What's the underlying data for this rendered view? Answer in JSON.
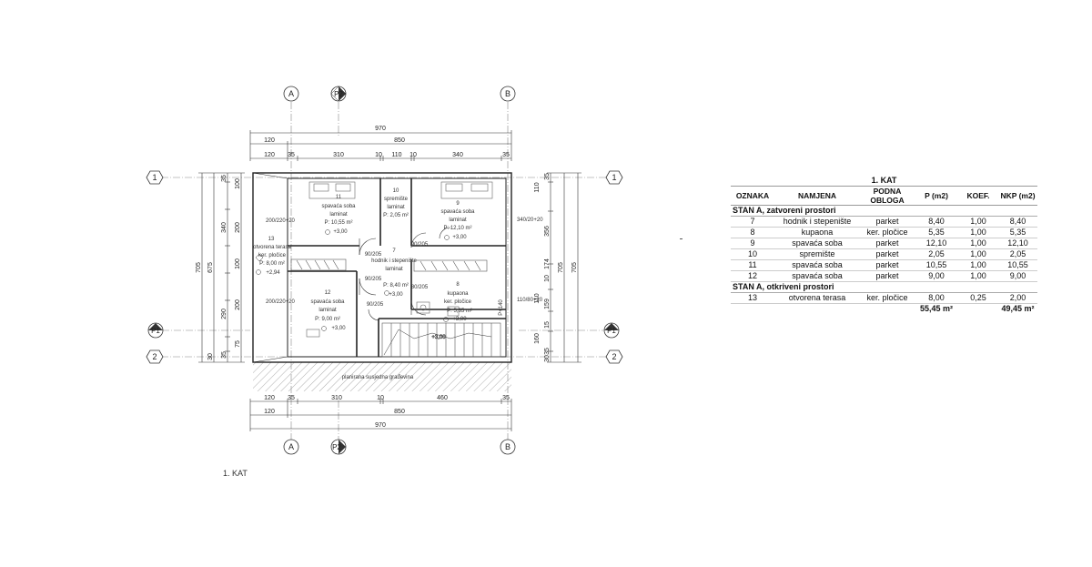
{
  "drawing": {
    "axes": {
      "A": "A",
      "B": "B",
      "P2": "P2",
      "one": "1",
      "two": "2",
      "P1": "P1"
    },
    "dims_top": {
      "overall": "970",
      "row2": [
        "120",
        "850"
      ],
      "row3": [
        "120",
        "35",
        "310",
        "10",
        "110",
        "10",
        "340",
        "35"
      ]
    },
    "dims_bottom": {
      "row1": [
        "120",
        "35",
        "310",
        "10",
        "460",
        "35"
      ],
      "row2": [
        "120",
        "850"
      ],
      "overall": "970"
    },
    "dims_left": {
      "outer": "705",
      "mid": "675",
      "inner": [
        "35",
        "100",
        "340",
        "200",
        "100",
        "290",
        "200",
        "75",
        "35",
        "30"
      ]
    },
    "dims_right": {
      "outer": "705",
      "mid": "705",
      "inner": [
        "35",
        "110",
        "356",
        "174",
        "10",
        "110",
        "159",
        "15",
        "160",
        "35",
        "30"
      ]
    },
    "rooms": [
      {
        "no": "11",
        "name": "spavaća soba",
        "floor": "laminat",
        "area": "P: 10,55 m²",
        "level": "+3,00"
      },
      {
        "no": "10",
        "name": "spremište",
        "floor": "laminat",
        "area": "P: 2,05 m²",
        "level": ""
      },
      {
        "no": "9",
        "name": "spavaća soba",
        "floor": "laminat",
        "area": "P: 12,10 m²",
        "level": "+3,00"
      },
      {
        "no": "7",
        "name": "hodnik i stepenište",
        "floor": "laminat",
        "area": "P: 8,40 m²",
        "level": "+3,00"
      },
      {
        "no": "8",
        "name": "kupaona",
        "floor": "ker. pločice",
        "area": "P: 5,35 m²",
        "level": "+3,00"
      },
      {
        "no": "12",
        "name": "spavaća soba",
        "floor": "laminat",
        "area": "P: 9,00 m²",
        "level": "+3,00"
      },
      {
        "no": "13",
        "name": "otvorena terasa",
        "floor": "ker. pločice",
        "area": "P: 8,00 m²",
        "level": "+2,94"
      }
    ],
    "doors": [
      "90/205",
      "90/205",
      "90/205",
      "80/205",
      "90/205"
    ],
    "windows": [
      "200/220+20",
      "200/220+20",
      "340/20+20",
      "110/80+20"
    ],
    "neighbor_label": "planirana susjedna građevina",
    "stair_label": "+3,00",
    "stair_up": "P+140",
    "stair_right": "P+140"
  },
  "schedule": {
    "title": "1. KAT",
    "headers": [
      "OZNAKA",
      "NAMJENA",
      "PODNA OBLOGA",
      "P (m2)",
      "KOEF.",
      "NKP (m2)"
    ],
    "groups": [
      {
        "label": "STAN A, zatvoreni prostori",
        "rows": [
          [
            "7",
            "hodnik i stepenište",
            "parket",
            "8,40",
            "1,00",
            "8,40"
          ],
          [
            "8",
            "kupaona",
            "ker. pločice",
            "5,35",
            "1,00",
            "5,35"
          ],
          [
            "9",
            "spavaća soba",
            "parket",
            "12,10",
            "1,00",
            "12,10"
          ],
          [
            "10",
            "spremište",
            "parket",
            "2,05",
            "1,00",
            "2,05"
          ],
          [
            "11",
            "spavaća soba",
            "parket",
            "10,55",
            "1,00",
            "10,55"
          ],
          [
            "12",
            "spavaća soba",
            "parket",
            "9,00",
            "1,00",
            "9,00"
          ]
        ]
      },
      {
        "label": "STAN A, otkriveni prostori",
        "rows": [
          [
            "13",
            "otvorena terasa",
            "ker. pločice",
            "8,00",
            "0,25",
            "2,00"
          ]
        ]
      }
    ],
    "total_p": "55,45 m²",
    "total_nkp": "49,45 m²"
  },
  "caption": "1. KAT"
}
